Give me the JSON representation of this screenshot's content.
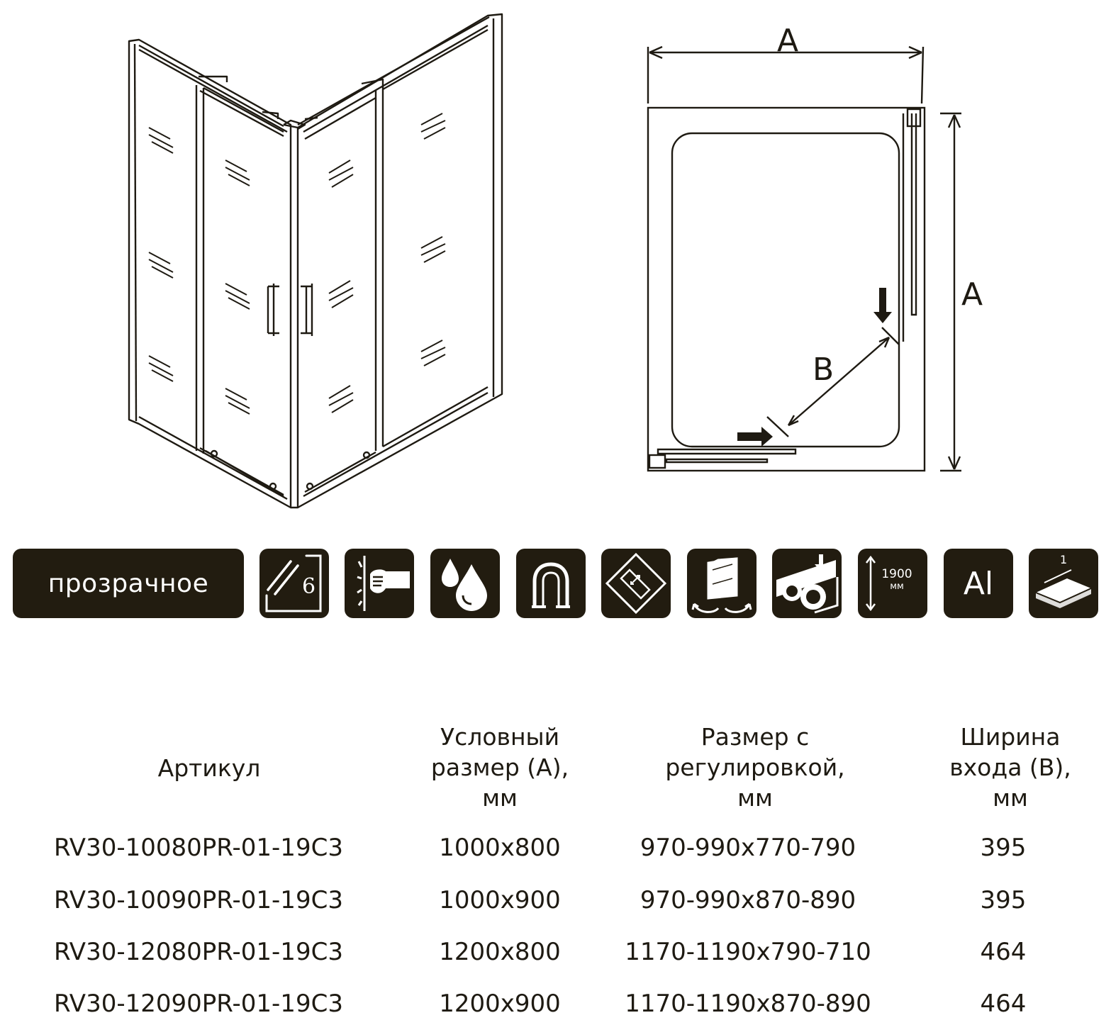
{
  "dimension_labels": {
    "top_width": "A",
    "side_depth": "A",
    "entrance": "B"
  },
  "features": {
    "glass_type_label": "прозрачное",
    "glass_thickness": "6",
    "height_value": "1900",
    "height_unit": "мм",
    "profile_material": "Al",
    "tray_count": "1",
    "icons": [
      "glass-thickness-6mm-icon",
      "impact-resistant-glass-icon",
      "water-repellent-coating-icon",
      "magnetic-seal-icon",
      "square-shape-icon",
      "reversible-door-icon",
      "roller-mechanism-icon",
      "height-1900-icon",
      "aluminium-profile-icon",
      "shower-tray-icon"
    ]
  },
  "table": {
    "headers": {
      "article": "Артикул",
      "size_a": [
        "Условный",
        "размер (А),",
        "мм"
      ],
      "adjust": [
        "Размер с",
        "регулировкой,",
        "мм"
      ],
      "entrance_b": [
        "Ширина",
        "входа (В),",
        "мм"
      ]
    },
    "rows": [
      {
        "article": "RV30-10080PR-01-19C3",
        "size": "1000х800",
        "adjust": "970-990х770-790",
        "entrance": "395"
      },
      {
        "article": "RV30-10090PR-01-19C3",
        "size": "1000х900",
        "adjust": "970-990х870-890",
        "entrance": "395"
      },
      {
        "article": "RV30-12080PR-01-19C3",
        "size": "1200х800",
        "adjust": "1170-1190х790-710",
        "entrance": "464"
      },
      {
        "article": "RV30-12090PR-01-19C3",
        "size": "1200х900",
        "adjust": "1170-1190х870-890",
        "entrance": "464"
      }
    ]
  }
}
